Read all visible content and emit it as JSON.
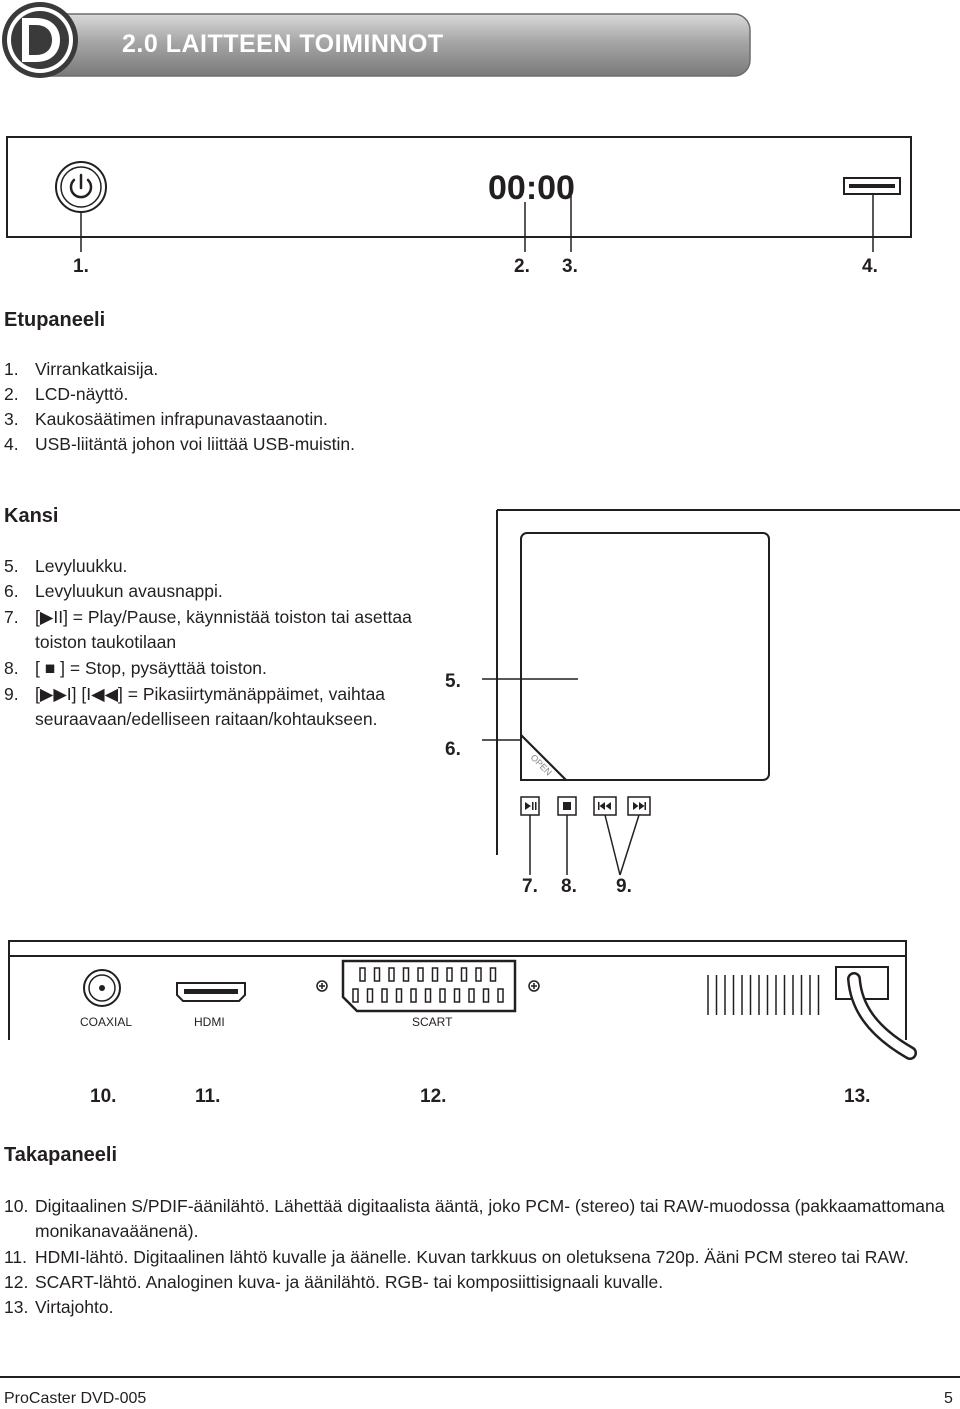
{
  "header": {
    "title": "2.0 LAITTEEN TOIMINNOT"
  },
  "front_panel": {
    "display_time": "00:00",
    "callouts": [
      "1.",
      "2.",
      "3.",
      "4."
    ],
    "heading": "Etupaneeli",
    "items": [
      {
        "num": "1.",
        "text": "Virrankatkaisija."
      },
      {
        "num": "2.",
        "text": "LCD-näyttö."
      },
      {
        "num": "3.",
        "text": "Kaukosäätimen infrapunavastaanotin."
      },
      {
        "num": "4.",
        "text": "USB-liitäntä johon voi liittää USB-muistin."
      }
    ]
  },
  "cover": {
    "heading": "Kansi",
    "items": [
      {
        "num": "5.",
        "text": "Levyluukku."
      },
      {
        "num": "6.",
        "text": "Levyluukun avausnappi."
      },
      {
        "num": "7.",
        "line1_before": "[",
        "line1_after": "II] = Play/Pause, käynnistää toiston tai asettaa",
        "line2": "toiston taukotilaan"
      },
      {
        "num": "8.",
        "before": "[ ",
        "after": " ] = Stop, pysäyttää toiston."
      },
      {
        "num": "9.",
        "p1": "[",
        "p2": "I] [I",
        "p3": "] = Pikasiirtymänäppäimet, vaihtaa",
        "line2": "seuraavaan/edelliseen raitaan/kohtaukseen."
      }
    ],
    "open_label": "OPEN",
    "callouts": [
      "5.",
      "6.",
      "7.",
      "8.",
      "9."
    ]
  },
  "rear_panel": {
    "labels": [
      "COAXIAL",
      "HDMI",
      "SCART"
    ],
    "callouts": [
      "10.",
      "11.",
      "12.",
      "13."
    ],
    "heading": "Takapaneeli",
    "items": [
      {
        "num": "10.",
        "text": "Digitaalinen S/PDIF-äänilähtö. Lähettää digitaalista ääntä, joko PCM- (stereo) tai RAW-muodossa (pakkaamattomana",
        "line2": "monikanavaäänenä)."
      },
      {
        "num": "11.",
        "text": "HDMI-lähtö. Digitaalinen lähtö kuvalle ja äänelle. Kuvan tarkkuus on oletuksena 720p. Ääni PCM stereo tai RAW."
      },
      {
        "num": "12.",
        "text": "SCART-lähtö. Analoginen kuva- ja äänilähtö. RGB- tai komposiittisignaali kuvalle."
      },
      {
        "num": "13.",
        "text": "Virtajohto."
      }
    ]
  },
  "footer": {
    "product": "ProCaster DVD-005",
    "page": "5"
  }
}
